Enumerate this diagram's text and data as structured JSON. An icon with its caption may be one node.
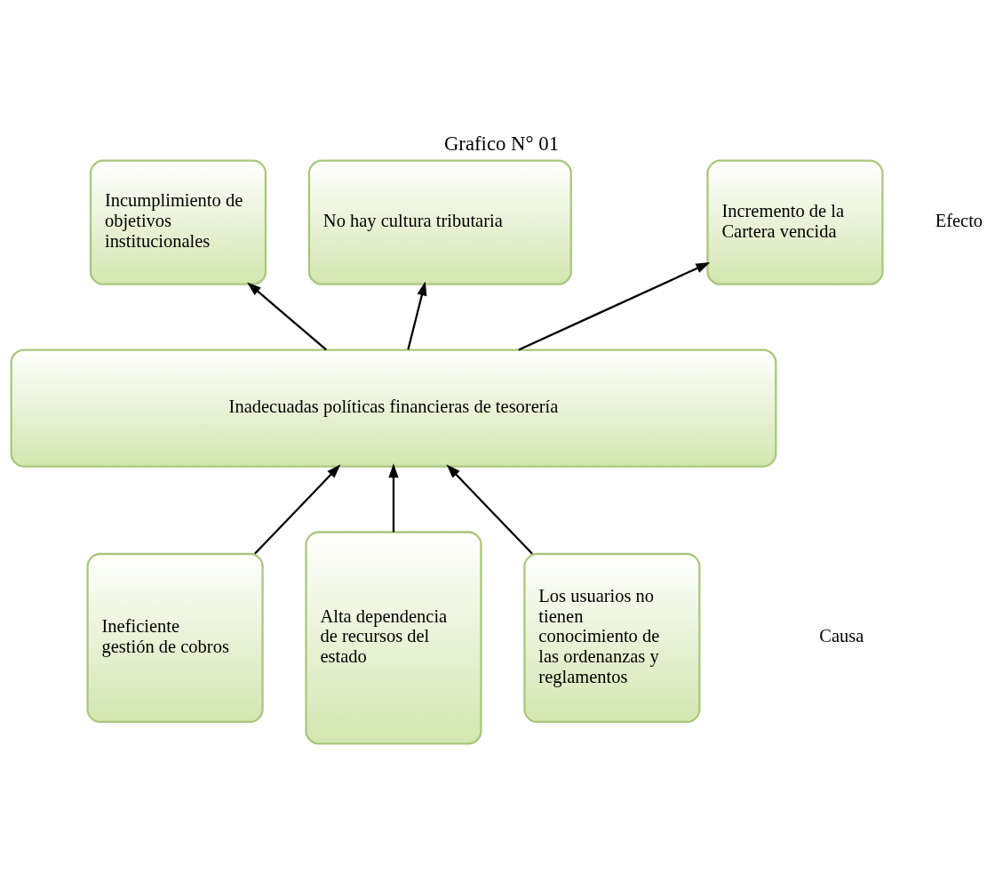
{
  "diagram": {
    "title": "Grafico N° 01",
    "nodes": [
      {
        "text": [
          "Incremento de la Cartera vencida"
        ]
      },
      {
        "text": [
          "Incumplimiento de objetivos institucionales"
        ]
      },
      {
        "text": [
          "No hay cultura tributaria"
        ]
      },
      {
        "text": [
          "Inadecuadas políticas financieras de tesorería"
        ]
      },
      {
        "text": [
          "Ineficiente gestión de cobros"
        ]
      },
      {
        "text": [
          "Alta dependencia de recursos del estado"
        ]
      },
      {
        "text": [
          "Los usuarios no tienen conocimiento de las ordenanzas y reglamentos"
        ]
      }
    ],
    "edges": [
      {
        "from": 3,
        "to": 0,
        "arrow": "to"
      },
      {
        "from": 3,
        "to": 1,
        "arrow": "to"
      },
      {
        "from": 3,
        "to": 2,
        "arrow": "to"
      },
      {
        "from": 4,
        "to": 3,
        "arrow": "to"
      },
      {
        "from": 5,
        "to": 3,
        "arrow": "to"
      },
      {
        "from": 6,
        "to": 3,
        "arrow": "to"
      }
    ],
    "labels": [
      "Efecto",
      "Causa"
    ]
  }
}
